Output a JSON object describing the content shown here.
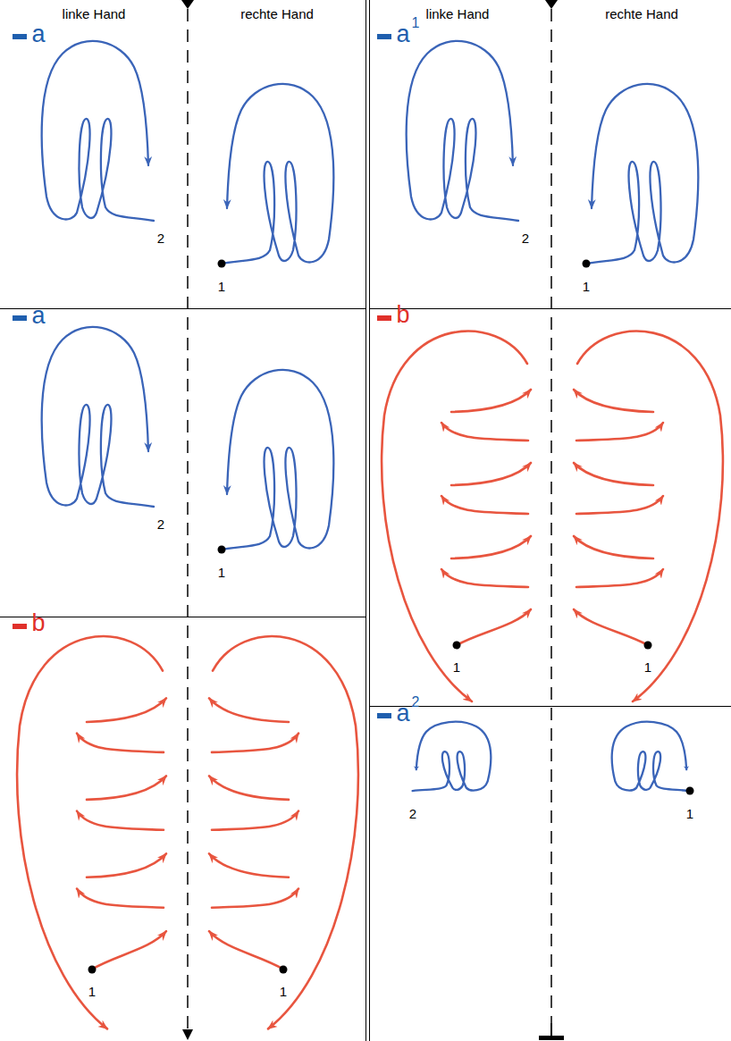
{
  "diagram": {
    "labels": [
      "linke Hand",
      "rechte Hand",
      "linke Hand",
      "rechte Hand",
      "a",
      "2",
      "1",
      "a",
      "1",
      "2",
      "1",
      "a",
      "2",
      "1",
      "b",
      "1",
      "1",
      "b",
      "1",
      "1",
      "a",
      "2",
      "2",
      "1"
    ]
  }
}
